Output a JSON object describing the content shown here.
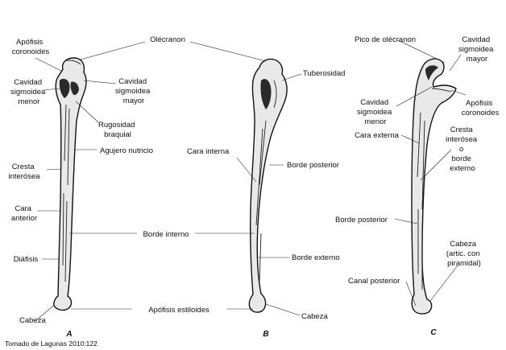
{
  "labels": {
    "olecranon": "Olécranon",
    "apofisis_coronoides_a": [
      "Apófisis",
      "coronoides"
    ],
    "cavidad_menor_a": [
      "Cavidad",
      "sigmoidea",
      "menor"
    ],
    "cavidad_mayor_a": [
      "Cavidad",
      "sigmoidea",
      "mayor"
    ],
    "rugosidad": [
      "Rugosidad",
      "braquial"
    ],
    "agujero": "Agujero nutricio",
    "cresta_a": [
      "Cresta",
      "interósea"
    ],
    "cara_anterior": [
      "Cara",
      "anterior"
    ],
    "borde_interno": "Borde interno",
    "diafisis": "Diáfisis",
    "cabeza_a": "Cabeza",
    "apofisis_estiloides": "Apófisis estiloides",
    "tuberosidad": "Tuberosidad",
    "cara_interna": "Cara interna",
    "borde_posterior_b": "Borde posterior",
    "borde_externo_b": "Borde externo",
    "cabeza_b": "Cabeza",
    "pico": "Pico de olécranon",
    "cavidad_mayor_c": [
      "Cavidad",
      "sigmoidea",
      "mayor"
    ],
    "cavidad_menor_c": [
      "Cavidad",
      "sigmoidea",
      "menor"
    ],
    "apofisis_coronoides_c": [
      "Apófisis",
      "coronoides"
    ],
    "cara_externa": "Cara externa",
    "cresta_c": [
      "Cresta",
      "interósea",
      "o",
      "borde",
      "externo"
    ],
    "borde_posterior_c": "Borde posterior",
    "cabeza_c": [
      "Cabeza",
      "(artic. con",
      "piramidal)"
    ],
    "canal_posterior": "Canal posterior"
  },
  "figure_letters": [
    "A",
    "B",
    "C"
  ],
  "credit": "Tomado de Lagunas 2010:122"
}
